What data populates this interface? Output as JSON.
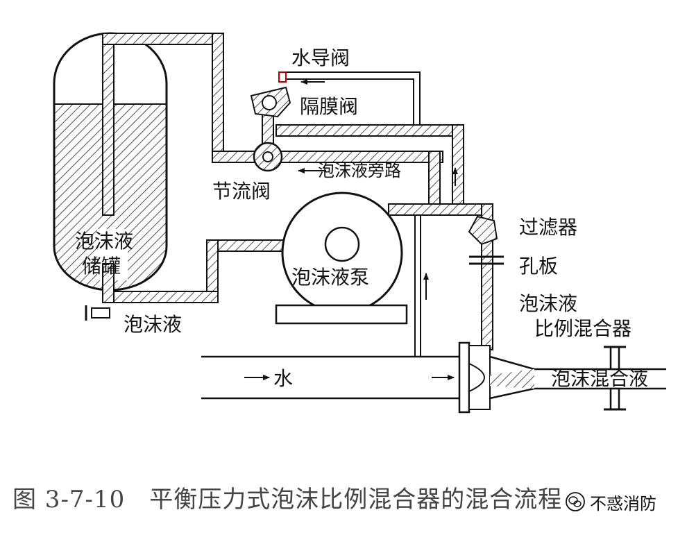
{
  "labels": {
    "water_guide_valve": "水导阀",
    "diaphragm_valve": "隔膜阀",
    "foam_bypass": "泡沫液旁路",
    "throttle_valve": "节流阀",
    "tank": "泡沫液\n储罐",
    "tank_line1": "泡沫液",
    "tank_line2": "储罐",
    "pump": "泡沫液泵",
    "foam_liquid": "泡沫液",
    "filter": "过滤器",
    "orifice": "孔板",
    "proportioner_line1": "泡沫液",
    "proportioner_line2": "比例混合器",
    "water": "水",
    "foam_mix": "泡沫混合液"
  },
  "caption": "图 3-7-10　平衡压力式泡沫比例混合器的混合流程",
  "watermark": {
    "text": "不惑消防",
    "icon": "wechat-icon"
  }
}
